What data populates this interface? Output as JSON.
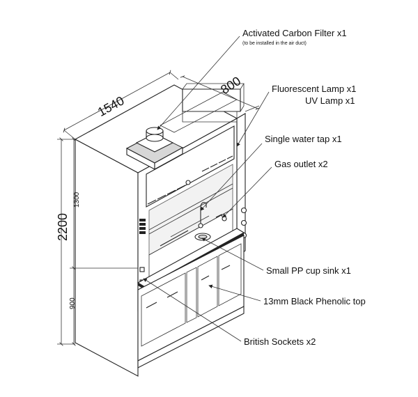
{
  "dimensions": {
    "width": "1540",
    "depth": "800",
    "height": "2200",
    "upper": "1300",
    "lower": "900"
  },
  "callouts": {
    "carbon_filter": "Activated Carbon Filter x1",
    "carbon_filter_note": "(to be installed in the air duct)",
    "fluorescent_lamp": "Fluorescent Lamp x1",
    "uv_lamp": "UV Lamp x1",
    "water_tap": "Single water tap x1",
    "gas_outlet": "Gas outlet x2",
    "cup_sink": "Small PP cup sink x1",
    "phenolic_top": "13mm Black Phenolic top",
    "sockets": "British Sockets x2"
  }
}
